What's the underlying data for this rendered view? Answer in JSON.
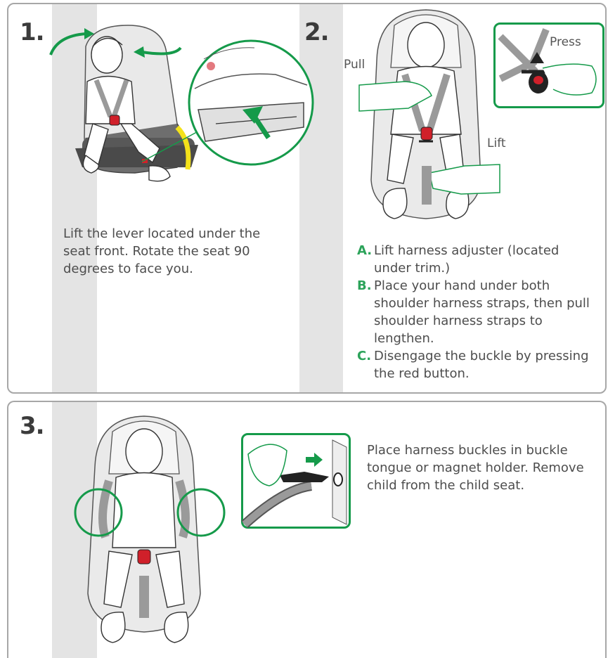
{
  "steps": {
    "step1": {
      "number": "1.",
      "text": "Lift the lever located under the seat front. Rotate the seat 90 degrees to face you."
    },
    "step2": {
      "number": "2.",
      "labels": {
        "pull": "Pull",
        "lift": "Lift",
        "press": "Press"
      },
      "items": [
        {
          "letter": "A.",
          "text": "Lift harness adjuster (located under trim.)"
        },
        {
          "letter": "B.",
          "text": "Place your hand under both shoulder harness straps, then pull shoulder harness straps to lengthen."
        },
        {
          "letter": "C.",
          "text": "Disengage the buckle by pressing the red button."
        }
      ]
    },
    "step3": {
      "number": "3.",
      "text": "Place harness buckles in buckle tongue or magnet holder. Remove child from the child seat."
    }
  },
  "colors": {
    "accent_green": "#159a4a",
    "step_letter_green": "#2ca35a",
    "buckle_red": "#d0202a",
    "lever_yellow": "#f4e21a",
    "rail_gray": "#e4e4e4",
    "border_gray": "#a7a7a7"
  },
  "icons": [
    "rotate-arrow-icon",
    "press-arrow-icon",
    "right-arrow-icon"
  ]
}
